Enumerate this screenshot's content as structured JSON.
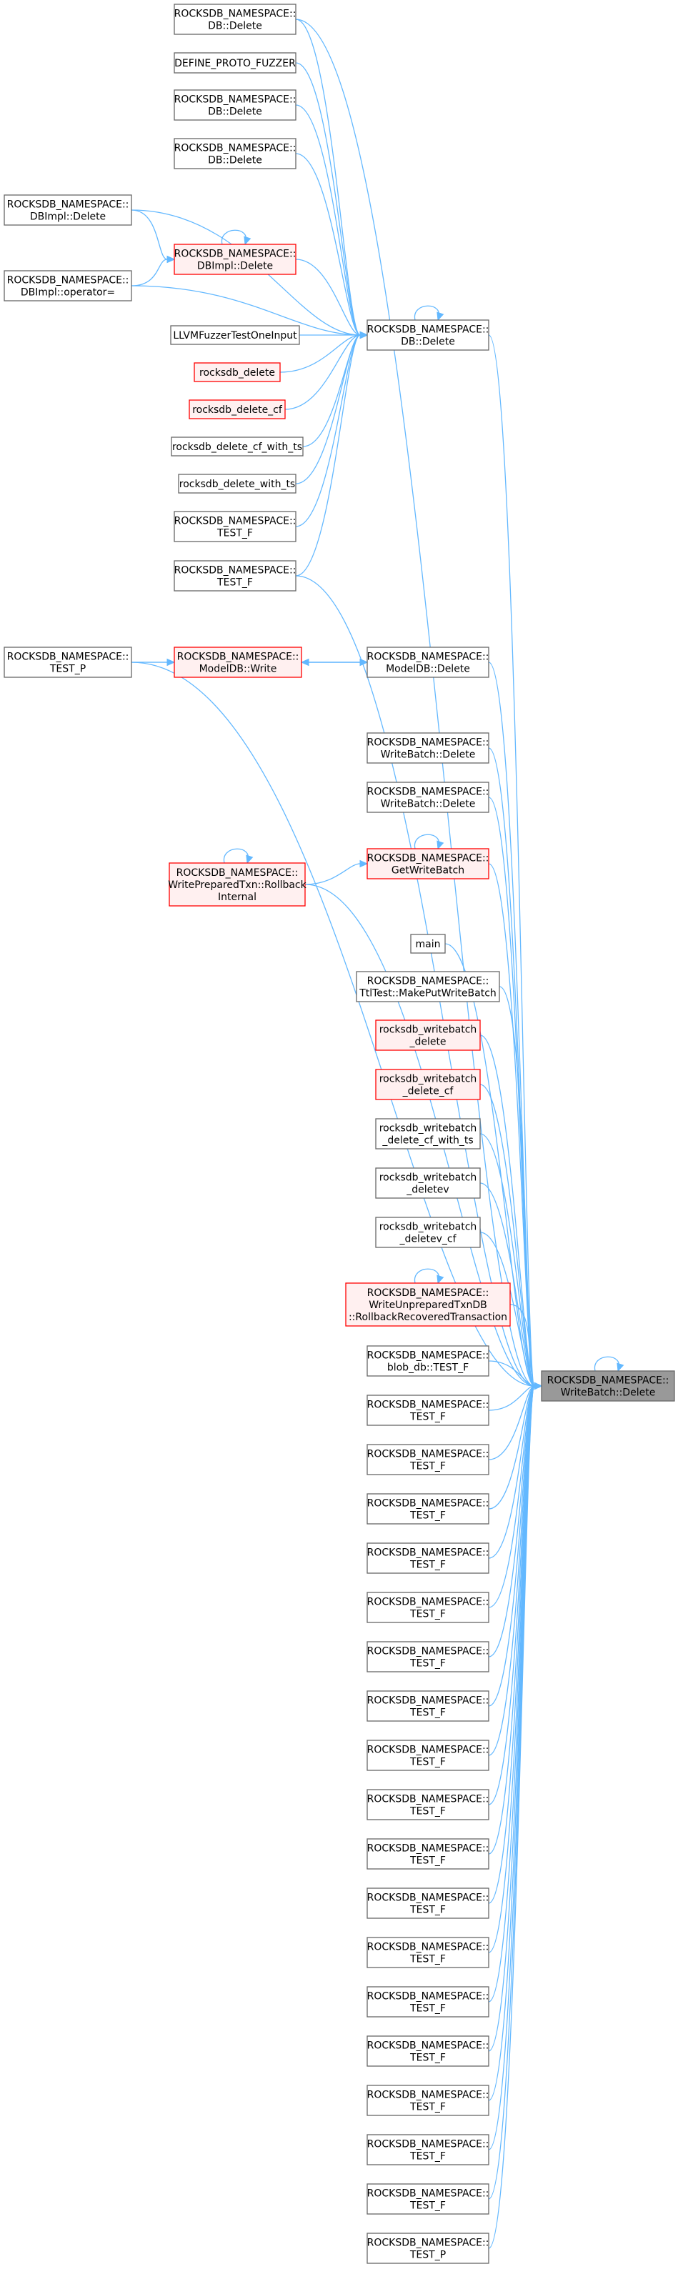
{
  "colors": {
    "edge": "#63b8ff",
    "normal_fill": "#ffffff",
    "normal_stroke": "#666666",
    "red_fill": "#fff0f0",
    "red_stroke": "#ff0000",
    "target_fill": "#999999",
    "target_stroke": "#666666"
  },
  "nodes": [
    {
      "id": "n_db_delete_1",
      "lines": [
        "ROCKSDB_NAMESPACE::",
        "DB::Delete"
      ],
      "kind": "normal"
    },
    {
      "id": "n_define_proto_fuzzer",
      "lines": [
        "DEFINE_PROTO_FUZZER"
      ],
      "kind": "normal"
    },
    {
      "id": "n_db_delete_2",
      "lines": [
        "ROCKSDB_NAMESPACE::",
        "DB::Delete"
      ],
      "kind": "normal"
    },
    {
      "id": "n_db_delete_3",
      "lines": [
        "ROCKSDB_NAMESPACE::",
        "DB::Delete"
      ],
      "kind": "normal"
    },
    {
      "id": "n_dbimpl_delete_a",
      "lines": [
        "ROCKSDB_NAMESPACE::",
        "DBImpl::Delete"
      ],
      "kind": "normal"
    },
    {
      "id": "n_dbimpl_delete_b",
      "lines": [
        "ROCKSDB_NAMESPACE::",
        "DBImpl::Delete"
      ],
      "kind": "red"
    },
    {
      "id": "n_dbimpl_operator",
      "lines": [
        "ROCKSDB_NAMESPACE::",
        "DBImpl::operator="
      ],
      "kind": "normal"
    },
    {
      "id": "n_db_delete_hub",
      "lines": [
        "ROCKSDB_NAMESPACE::",
        "DB::Delete"
      ],
      "kind": "normal"
    },
    {
      "id": "n_llvm_fuzzer",
      "lines": [
        "LLVMFuzzerTestOneInput"
      ],
      "kind": "normal"
    },
    {
      "id": "n_rocksdb_delete",
      "lines": [
        "rocksdb_delete"
      ],
      "kind": "red"
    },
    {
      "id": "n_rocksdb_delete_cf",
      "lines": [
        "rocksdb_delete_cf"
      ],
      "kind": "red"
    },
    {
      "id": "n_rocksdb_delete_cf_with_ts",
      "lines": [
        "rocksdb_delete_cf_with_ts"
      ],
      "kind": "normal"
    },
    {
      "id": "n_rocksdb_delete_with_ts",
      "lines": [
        "rocksdb_delete_with_ts"
      ],
      "kind": "normal"
    },
    {
      "id": "n_test_f_a",
      "lines": [
        "ROCKSDB_NAMESPACE::",
        "TEST_F"
      ],
      "kind": "normal"
    },
    {
      "id": "n_test_f_b",
      "lines": [
        "ROCKSDB_NAMESPACE::",
        "TEST_F"
      ],
      "kind": "normal"
    },
    {
      "id": "n_test_p_a",
      "lines": [
        "ROCKSDB_NAMESPACE::",
        "TEST_P"
      ],
      "kind": "normal"
    },
    {
      "id": "n_modeldb_write",
      "lines": [
        "ROCKSDB_NAMESPACE::",
        "ModelDB::Write"
      ],
      "kind": "red"
    },
    {
      "id": "n_modeldb_delete",
      "lines": [
        "ROCKSDB_NAMESPACE::",
        "ModelDB::Delete"
      ],
      "kind": "normal"
    },
    {
      "id": "n_writebatch_delete_a",
      "lines": [
        "ROCKSDB_NAMESPACE::",
        "WriteBatch::Delete"
      ],
      "kind": "normal"
    },
    {
      "id": "n_writebatch_delete_b",
      "lines": [
        "ROCKSDB_NAMESPACE::",
        "WriteBatch::Delete"
      ],
      "kind": "normal"
    },
    {
      "id": "n_rollback_internal",
      "lines": [
        "ROCKSDB_NAMESPACE::",
        "WritePreparedTxn::Rollback",
        "Internal"
      ],
      "kind": "red"
    },
    {
      "id": "n_getwritebatch",
      "lines": [
        "ROCKSDB_NAMESPACE::",
        "GetWriteBatch"
      ],
      "kind": "red"
    },
    {
      "id": "n_main",
      "lines": [
        "main"
      ],
      "kind": "normal"
    },
    {
      "id": "n_ttltest",
      "lines": [
        "ROCKSDB_NAMESPACE::",
        "TtlTest::MakePutWriteBatch"
      ],
      "kind": "normal"
    },
    {
      "id": "n_wb_delete",
      "lines": [
        "rocksdb_writebatch",
        "_delete"
      ],
      "kind": "red"
    },
    {
      "id": "n_wb_delete_cf",
      "lines": [
        "rocksdb_writebatch",
        "_delete_cf"
      ],
      "kind": "red"
    },
    {
      "id": "n_wb_delete_cf_with_ts",
      "lines": [
        "rocksdb_writebatch",
        "_delete_cf_with_ts"
      ],
      "kind": "normal"
    },
    {
      "id": "n_wb_deletev",
      "lines": [
        "rocksdb_writebatch",
        "_deletev"
      ],
      "kind": "normal"
    },
    {
      "id": "n_wb_deletev_cf",
      "lines": [
        "rocksdb_writebatch",
        "_deletev_cf"
      ],
      "kind": "normal"
    },
    {
      "id": "n_unprepared",
      "lines": [
        "ROCKSDB_NAMESPACE::",
        "WriteUnpreparedTxnDB",
        "::RollbackRecoveredTransaction"
      ],
      "kind": "red"
    },
    {
      "id": "n_blobdb_test_f",
      "lines": [
        "ROCKSDB_NAMESPACE::",
        "blob_db::TEST_F"
      ],
      "kind": "normal"
    },
    {
      "id": "n_target",
      "lines": [
        "ROCKSDB_NAMESPACE::",
        "WriteBatch::Delete"
      ],
      "kind": "target"
    },
    {
      "id": "n_tf_01",
      "lines": [
        "ROCKSDB_NAMESPACE::",
        "TEST_F"
      ],
      "kind": "normal"
    },
    {
      "id": "n_tf_02",
      "lines": [
        "ROCKSDB_NAMESPACE::",
        "TEST_F"
      ],
      "kind": "normal"
    },
    {
      "id": "n_tf_03",
      "lines": [
        "ROCKSDB_NAMESPACE::",
        "TEST_F"
      ],
      "kind": "normal"
    },
    {
      "id": "n_tf_04",
      "lines": [
        "ROCKSDB_NAMESPACE::",
        "TEST_F"
      ],
      "kind": "normal"
    },
    {
      "id": "n_tf_05",
      "lines": [
        "ROCKSDB_NAMESPACE::",
        "TEST_F"
      ],
      "kind": "normal"
    },
    {
      "id": "n_tf_06",
      "lines": [
        "ROCKSDB_NAMESPACE::",
        "TEST_F"
      ],
      "kind": "normal"
    },
    {
      "id": "n_tf_07",
      "lines": [
        "ROCKSDB_NAMESPACE::",
        "TEST_F"
      ],
      "kind": "normal"
    },
    {
      "id": "n_tf_08",
      "lines": [
        "ROCKSDB_NAMESPACE::",
        "TEST_F"
      ],
      "kind": "normal"
    },
    {
      "id": "n_tf_09",
      "lines": [
        "ROCKSDB_NAMESPACE::",
        "TEST_F"
      ],
      "kind": "normal"
    },
    {
      "id": "n_tf_10",
      "lines": [
        "ROCKSDB_NAMESPACE::",
        "TEST_F"
      ],
      "kind": "normal"
    },
    {
      "id": "n_tf_11",
      "lines": [
        "ROCKSDB_NAMESPACE::",
        "TEST_F"
      ],
      "kind": "normal"
    },
    {
      "id": "n_tf_12",
      "lines": [
        "ROCKSDB_NAMESPACE::",
        "TEST_F"
      ],
      "kind": "normal"
    },
    {
      "id": "n_tf_13",
      "lines": [
        "ROCKSDB_NAMESPACE::",
        "TEST_F"
      ],
      "kind": "normal"
    },
    {
      "id": "n_tf_14",
      "lines": [
        "ROCKSDB_NAMESPACE::",
        "TEST_F"
      ],
      "kind": "normal"
    },
    {
      "id": "n_tf_15",
      "lines": [
        "ROCKSDB_NAMESPACE::",
        "TEST_F"
      ],
      "kind": "normal"
    },
    {
      "id": "n_tf_16",
      "lines": [
        "ROCKSDB_NAMESPACE::",
        "TEST_F"
      ],
      "kind": "normal"
    },
    {
      "id": "n_tf_17",
      "lines": [
        "ROCKSDB_NAMESPACE::",
        "TEST_F"
      ],
      "kind": "normal"
    },
    {
      "id": "n_test_p_b",
      "lines": [
        "ROCKSDB_NAMESPACE::",
        "TEST_P"
      ],
      "kind": "normal"
    }
  ],
  "edges": [
    {
      "from": "n_db_delete_1",
      "to": "n_db_delete_hub"
    },
    {
      "from": "n_define_proto_fuzzer",
      "to": "n_db_delete_hub"
    },
    {
      "from": "n_db_delete_2",
      "to": "n_db_delete_hub"
    },
    {
      "from": "n_db_delete_3",
      "to": "n_db_delete_hub"
    },
    {
      "from": "n_dbimpl_delete_a",
      "to": "n_db_delete_hub"
    },
    {
      "from": "n_dbimpl_delete_a",
      "to": "n_dbimpl_delete_b"
    },
    {
      "from": "n_dbimpl_operator",
      "to": "n_dbimpl_delete_b"
    },
    {
      "from": "n_dbimpl_operator",
      "to": "n_db_delete_hub"
    },
    {
      "from": "n_dbimpl_delete_b",
      "to": "n_db_delete_hub"
    },
    {
      "from": "n_dbimpl_delete_b",
      "to": "n_dbimpl_delete_b"
    },
    {
      "from": "n_db_delete_hub",
      "to": "n_db_delete_hub"
    },
    {
      "from": "n_llvm_fuzzer",
      "to": "n_db_delete_hub"
    },
    {
      "from": "n_rocksdb_delete",
      "to": "n_db_delete_hub"
    },
    {
      "from": "n_rocksdb_delete_cf",
      "to": "n_db_delete_hub"
    },
    {
      "from": "n_rocksdb_delete_cf_with_ts",
      "to": "n_db_delete_hub"
    },
    {
      "from": "n_rocksdb_delete_with_ts",
      "to": "n_db_delete_hub"
    },
    {
      "from": "n_test_f_a",
      "to": "n_db_delete_hub"
    },
    {
      "from": "n_test_f_b",
      "to": "n_db_delete_hub"
    },
    {
      "from": "n_test_p_a",
      "to": "n_modeldb_write"
    },
    {
      "from": "n_test_p_a",
      "to": "n_modeldb_delete"
    },
    {
      "from": "n_modeldb_write",
      "to": "n_modeldb_delete"
    },
    {
      "from": "n_modeldb_delete",
      "to": "n_modeldb_write"
    },
    {
      "from": "n_rollback_internal",
      "to": "n_getwritebatch"
    },
    {
      "from": "n_rollback_internal",
      "to": "n_rollback_internal"
    },
    {
      "from": "n_getwritebatch",
      "to": "n_getwritebatch"
    },
    {
      "from": "n_unprepared",
      "to": "n_unprepared"
    },
    {
      "from": "n_db_delete_1",
      "to": "n_target"
    },
    {
      "from": "n_db_delete_hub",
      "to": "n_target"
    },
    {
      "from": "n_test_f_b",
      "to": "n_target"
    },
    {
      "from": "n_test_p_a",
      "to": "n_target"
    },
    {
      "from": "n_modeldb_delete",
      "to": "n_target"
    },
    {
      "from": "n_writebatch_delete_a",
      "to": "n_target"
    },
    {
      "from": "n_writebatch_delete_b",
      "to": "n_target"
    },
    {
      "from": "n_rollback_internal",
      "to": "n_target"
    },
    {
      "from": "n_getwritebatch",
      "to": "n_target"
    },
    {
      "from": "n_main",
      "to": "n_target"
    },
    {
      "from": "n_ttltest",
      "to": "n_target"
    },
    {
      "from": "n_wb_delete",
      "to": "n_target"
    },
    {
      "from": "n_wb_delete_cf",
      "to": "n_target"
    },
    {
      "from": "n_wb_delete_cf_with_ts",
      "to": "n_target"
    },
    {
      "from": "n_wb_deletev",
      "to": "n_target"
    },
    {
      "from": "n_wb_deletev_cf",
      "to": "n_target"
    },
    {
      "from": "n_unprepared",
      "to": "n_target"
    },
    {
      "from": "n_blobdb_test_f",
      "to": "n_target"
    },
    {
      "from": "n_target",
      "to": "n_target"
    },
    {
      "from": "n_tf_01",
      "to": "n_target"
    },
    {
      "from": "n_tf_02",
      "to": "n_target"
    },
    {
      "from": "n_tf_03",
      "to": "n_target"
    },
    {
      "from": "n_tf_04",
      "to": "n_target"
    },
    {
      "from": "n_tf_05",
      "to": "n_target"
    },
    {
      "from": "n_tf_06",
      "to": "n_target"
    },
    {
      "from": "n_tf_07",
      "to": "n_target"
    },
    {
      "from": "n_tf_08",
      "to": "n_target"
    },
    {
      "from": "n_tf_09",
      "to": "n_target"
    },
    {
      "from": "n_tf_10",
      "to": "n_target"
    },
    {
      "from": "n_tf_11",
      "to": "n_target"
    },
    {
      "from": "n_tf_12",
      "to": "n_target"
    },
    {
      "from": "n_tf_13",
      "to": "n_target"
    },
    {
      "from": "n_tf_14",
      "to": "n_target"
    },
    {
      "from": "n_tf_15",
      "to": "n_target"
    },
    {
      "from": "n_tf_16",
      "to": "n_target"
    },
    {
      "from": "n_tf_17",
      "to": "n_target"
    },
    {
      "from": "n_test_p_b",
      "to": "n_target"
    }
  ]
}
